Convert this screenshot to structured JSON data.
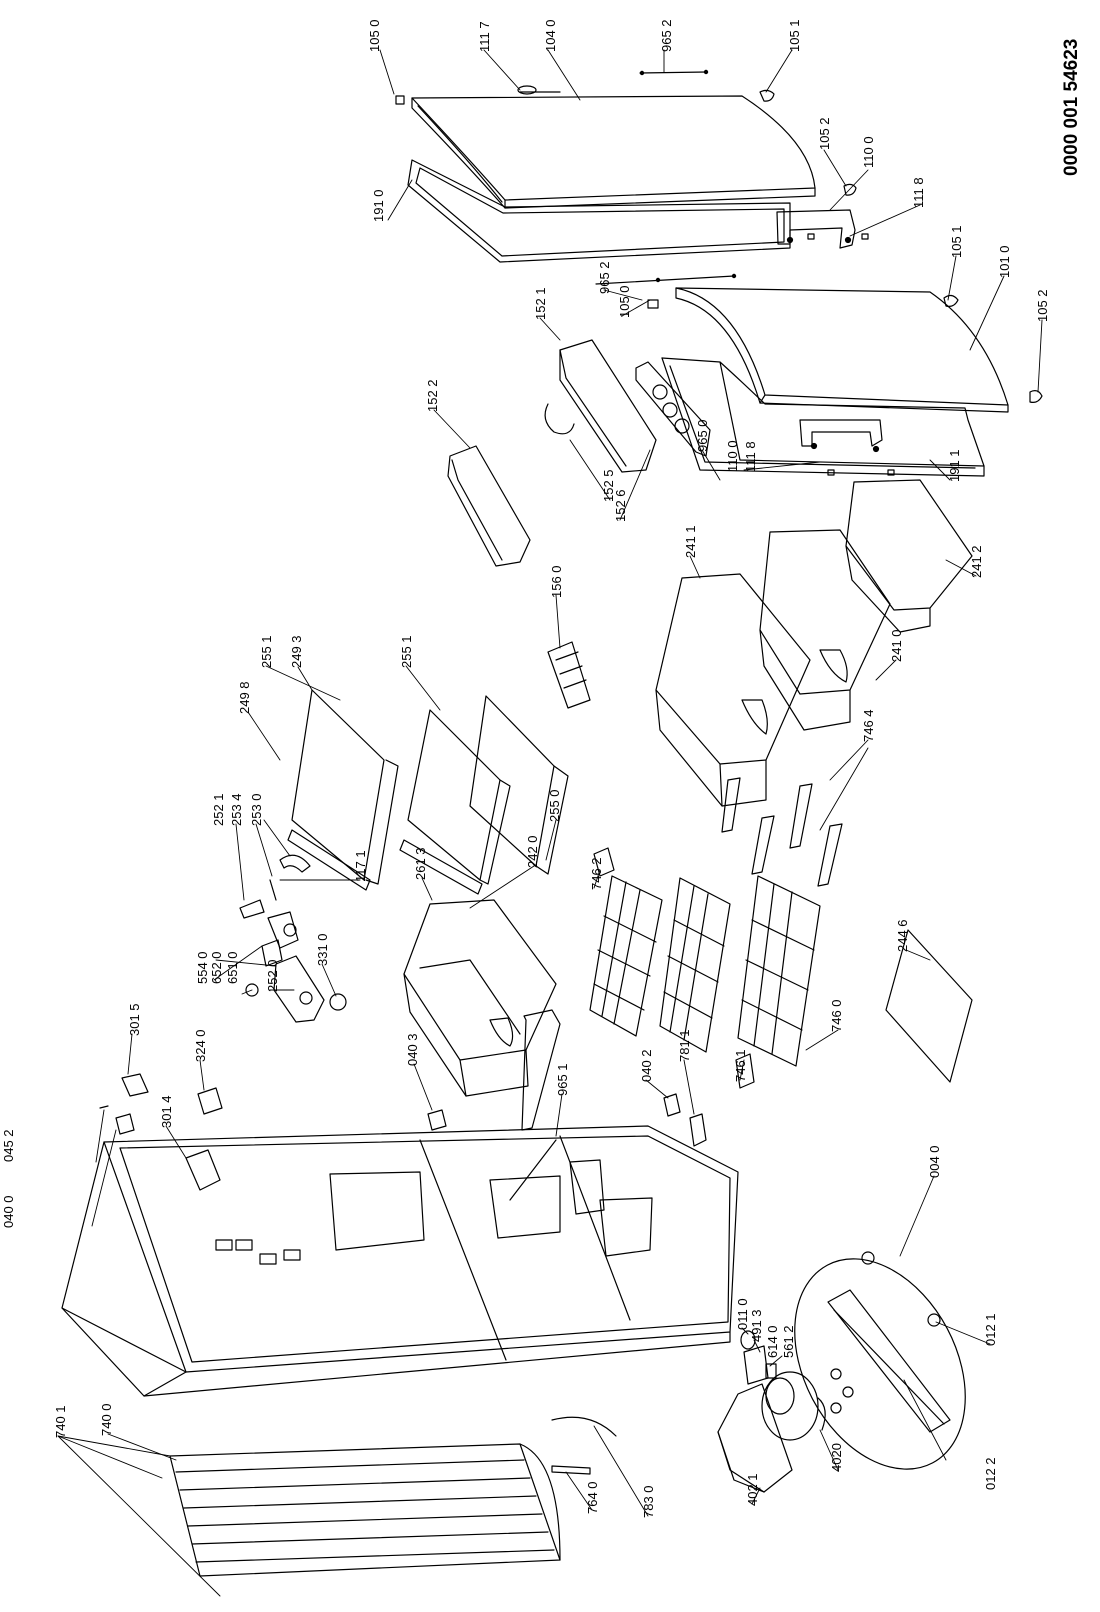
{
  "document_number": "0000 001 54623",
  "labels": [
    "105 0",
    "111 7",
    "104 0",
    "965 2",
    "105 1",
    "105 2",
    "110 0",
    "111 8",
    "191 0",
    "105 1",
    "101 0",
    "965 2",
    "105 0",
    "152 1",
    "105 2",
    "152 2",
    "965 0",
    "110 0",
    "111 8",
    "191 1",
    "152 5",
    "152 6",
    "156 0",
    "241 1",
    "241 2",
    "241 0",
    "249 3",
    "255 1",
    "255 1",
    "249 8",
    "746 4",
    "252 1",
    "253 4",
    "253 0",
    "117 1",
    "255 0",
    "242 0",
    "261 3",
    "746 2",
    "554 0",
    "652 0",
    "651 0",
    "331 0",
    "252 0",
    "244 6",
    "301 5",
    "324 0",
    "040 3",
    "965 1",
    "746 0",
    "781 1",
    "040 2",
    "746 1",
    "301 4",
    "045 2",
    "040 0",
    "004 0",
    "011 0",
    "491 3",
    "614 0",
    "561 2",
    "012 1",
    "740 1",
    "740 0",
    "012 2",
    "4020",
    "764 0",
    "783 0",
    "402 1"
  ],
  "colors": {
    "ink": "#000000",
    "background": "#ffffff"
  }
}
